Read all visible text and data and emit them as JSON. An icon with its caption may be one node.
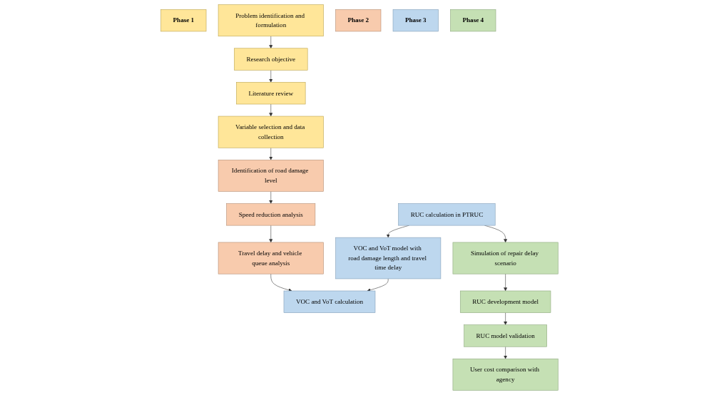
{
  "diagram": {
    "nodes": [
      {
        "text": [
          "Phase 1"
        ]
      },
      {
        "text": [
          "Problem identification and formulation"
        ]
      },
      {
        "text": [
          "Research objective"
        ]
      },
      {
        "text": [
          "Literature review"
        ]
      },
      {
        "text": [
          "Variable selection and data collection"
        ]
      },
      {
        "text": [
          "Phase 2"
        ]
      },
      {
        "text": [
          "Travel delay and vehicle queue analysis"
        ]
      },
      {
        "text": [
          "Speed reduction analysis"
        ]
      },
      {
        "text": [
          "Identification of road damage level"
        ]
      },
      {
        "text": [
          "Phase 3"
        ]
      },
      {
        "text": [
          "VOC and VoT calculation"
        ]
      },
      {
        "text": [
          "VOC and VoT model with road damage length and travel time delay"
        ]
      },
      {
        "text": [
          "RUC calculation in PTRUC"
        ]
      },
      {
        "text": [
          "Phase 4"
        ]
      },
      {
        "text": [
          "User cost comparison with agency"
        ]
      },
      {
        "text": [
          "RUC model validation"
        ]
      },
      {
        "text": [
          "RUC development model"
        ]
      },
      {
        "text": [
          "Simulation of repair delay scenario"
        ]
      }
    ],
    "edges": [
      {
        "from": 1,
        "to": 2,
        "arrow": "to"
      },
      {
        "from": 2,
        "to": 3,
        "arrow": "to"
      },
      {
        "from": 3,
        "to": 4,
        "arrow": "to"
      },
      {
        "from": 4,
        "to": 8,
        "arrow": "to"
      },
      {
        "from": 8,
        "to": 7,
        "arrow": "to"
      },
      {
        "from": 7,
        "to": 6,
        "arrow": "to"
      },
      {
        "from": 6,
        "to": 10,
        "arrow": "to"
      },
      {
        "from": 12,
        "to": 11,
        "arrow": "to"
      },
      {
        "from": 11,
        "to": 10,
        "arrow": "to"
      },
      {
        "from": 12,
        "to": 17,
        "arrow": "to"
      },
      {
        "from": 17,
        "to": 16,
        "arrow": "to"
      },
      {
        "from": 16,
        "to": 15,
        "arrow": "to"
      },
      {
        "from": 15,
        "to": 14,
        "arrow": "to"
      }
    ]
  }
}
